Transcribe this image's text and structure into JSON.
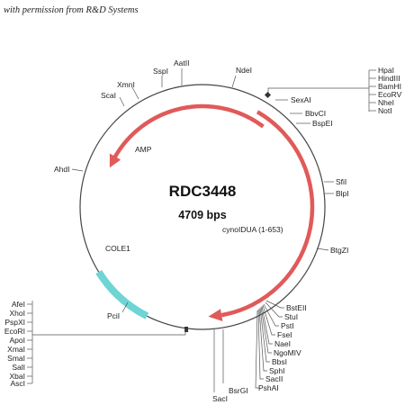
{
  "credit": "with permission from R&D Systems",
  "plasmid": {
    "name": "RDC3448",
    "size": "4709 bps"
  },
  "colors": {
    "backbone": "#444444",
    "orf_arrow": "#e05a5a",
    "ori": "#6fd4d4",
    "lead_line": "#555555",
    "marker": "#333333"
  },
  "features": [
    {
      "id": "amp",
      "label": "AMP",
      "type": "arrow-ccw",
      "start_deg": 37,
      "end_deg": -67
    },
    {
      "id": "cynoidua",
      "label": "cynoIDUA (1-653)",
      "type": "arrow-cw",
      "start_deg": -60,
      "end_deg": 85
    },
    {
      "id": "cole1",
      "label": "COLE1",
      "type": "block",
      "start_deg": -153,
      "end_deg": -124
    }
  ],
  "sites": {
    "top": [
      "SspI",
      "AatII",
      "NdeI",
      "XmnI",
      "ScaI",
      "AhdI"
    ],
    "right": [
      "SexAI",
      "BbvCI",
      "BspEI",
      "SfiI",
      "BlpI",
      "BtgZI"
    ],
    "right_group": [
      "HpaI",
      "HindIII",
      "BamHI",
      "EcoRV",
      "NheI",
      "NotI"
    ],
    "bottom_right": [
      "BstEII",
      "StuI",
      "PstI",
      "FseI",
      "NaeI",
      "NgoMIV",
      "BbsI",
      "SphI",
      "SacII",
      "PshAI"
    ],
    "bottom": [
      "BsrGI",
      "SacI"
    ],
    "left_group": [
      "AfeI",
      "XhoI",
      "PspXI",
      "EcoRI",
      "ApoI",
      "XmaI",
      "SmaI",
      "SalI",
      "XbaI",
      "AscI"
    ],
    "left": [
      "PciI"
    ]
  }
}
